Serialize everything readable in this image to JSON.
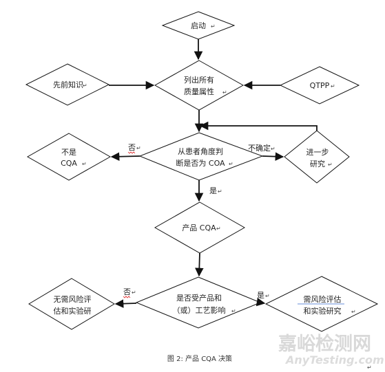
{
  "nodes": {
    "start": "启动",
    "prior_knowledge": "先前知识",
    "list_attrs": [
      "列出所有",
      "质量属性"
    ],
    "qtpp": "QTPP",
    "patient_judge": [
      "从患者角度判",
      "断是否为 COA"
    ],
    "not_cqa": [
      "不是",
      "CQA"
    ],
    "further_study": [
      "进一步",
      "研究"
    ],
    "product_cqa": "产品 CQA",
    "process_impact": [
      "是否受产品和",
      "（或）工艺影响"
    ],
    "no_risk": [
      "无需风险评",
      "估和实验研"
    ],
    "need_risk": [
      "需风险评估",
      "和实验研究"
    ]
  },
  "edge_labels": {
    "no_1": "否",
    "uncertain": "不确定",
    "yes_1": "是",
    "no_2": "否",
    "yes_2": "是"
  },
  "caption": "图 2:  产品 CQA 决策",
  "watermark": {
    "cn": "嘉峪检测网",
    "en": "AnyTesting.com"
  },
  "colors": {
    "line": "#111111",
    "shape_fill": "#ffffff",
    "watermark": "#d9d9d9"
  }
}
